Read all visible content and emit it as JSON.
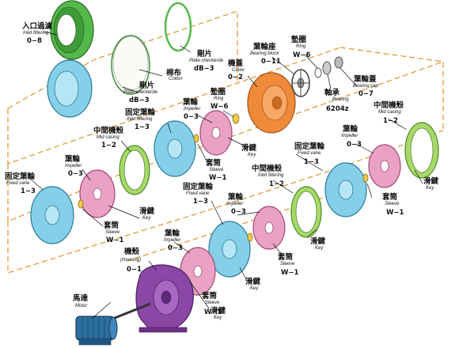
{
  "colors": {
    "inlet_filter": "#54b84a",
    "blue_part": "#85d0e8",
    "impeller": "#e9a2c4",
    "mid_casing": "#a8d86a",
    "cover": "#ee8a3a",
    "housing": "#8a47a6",
    "motor": "#2d6fa0",
    "axis": "#e0932a"
  },
  "labels": {
    "inlet_filtering": {
      "zh": "入口過濾",
      "en": "Inlet filtering",
      "code": "0−8"
    },
    "plate_checkerde_1": {
      "zh": "剛片",
      "en": "Plate checkerde",
      "code": "dB−3"
    },
    "cotton": {
      "zh": "棉布",
      "en": "Cotton"
    },
    "plate_checkerde_2": {
      "zh": "剛片",
      "en": "Plate checkerde",
      "code": "dB−3"
    },
    "cover": {
      "zh": "機蓋",
      "en": "Cover",
      "code": "0−2"
    },
    "bearing_block": {
      "zh": "葉輪座",
      "en": "Bearing block",
      "code": "0−11"
    },
    "ring_top": {
      "zh": "墊圈",
      "en": "Ring",
      "code": "W−6"
    },
    "bearing": {
      "zh": "軸承",
      "en": "Bearing",
      "code": "6204z"
    },
    "bearing_cap": {
      "zh": "葉輪蓋",
      "en": "Bearing cap",
      "code": "0−7"
    },
    "impeller_1": {
      "zh": "葉輪",
      "en": "Impeller",
      "code": "0−3"
    },
    "ring_mid": {
      "zh": "墊圈",
      "en": "Ring",
      "code": "W−6"
    },
    "fixed_vane_1": {
      "zh": "固定葉輪",
      "en": "Inlet filtering",
      "code": "1−3"
    },
    "key_1": {
      "zh": "滑鍵",
      "en": "Key"
    },
    "sleeve_1": {
      "zh": "套筒",
      "en": "Sleeve",
      "code": "W−1"
    },
    "mid_casing_1": {
      "zh": "中間機殼",
      "en": "Mid casing",
      "code": "1−2"
    },
    "impeller_2": {
      "zh": "葉輪",
      "en": "Impeller",
      "code": "0−3"
    },
    "fixed_vane_2": {
      "zh": "固定葉輪",
      "en": "Fixed vane",
      "code": "1−3"
    },
    "key_2": {
      "zh": "滑鍵",
      "en": "Key"
    },
    "sleeve_2": {
      "zh": "套筒",
      "en": "Sleeve",
      "code": "W−1"
    },
    "mid_casing_2": {
      "zh": "中間機殼",
      "en": "Inlet filtering",
      "code": "1−2"
    },
    "fixed_vane_3": {
      "zh": "固定葉輪",
      "en": "Fixed vane",
      "code": "1−3"
    },
    "impeller_3": {
      "zh": "葉輪",
      "en": "Impeller",
      "code": "0−3"
    },
    "mid_casing_3": {
      "zh": "中間機殼",
      "en": "Mid casing",
      "code": "1−2"
    },
    "key_3": {
      "zh": "滑鍵",
      "en": "Key"
    },
    "sleeve_3": {
      "zh": "套筒",
      "en": "Sleeve",
      "code": "W−1"
    },
    "key_4": {
      "zh": "滑鍵",
      "en": "Key"
    },
    "fixed_vane_4": {
      "zh": "固定葉輪",
      "en": "Fixed vane",
      "code": "1−3"
    },
    "impeller_4": {
      "zh": "葉輪",
      "en": "Impeller",
      "code": "0−3"
    },
    "key_5": {
      "zh": "滑鍵",
      "en": "Key"
    },
    "sleeve_4": {
      "zh": "套筒",
      "en": "Sleeve",
      "code": "W−1"
    },
    "impeller_5": {
      "zh": "葉輪",
      "en": "Impeller",
      "code": "0−3"
    },
    "housing": {
      "zh": "機殼",
      "en": "(Housing)",
      "code": "0−1"
    },
    "key_6": {
      "zh": "滑鍵",
      "en": "Key"
    },
    "sleeve_5": {
      "zh": "套筒",
      "en": "Sleeve",
      "code": "W−1"
    },
    "motor": {
      "zh": "馬達",
      "en": "Motor"
    }
  }
}
